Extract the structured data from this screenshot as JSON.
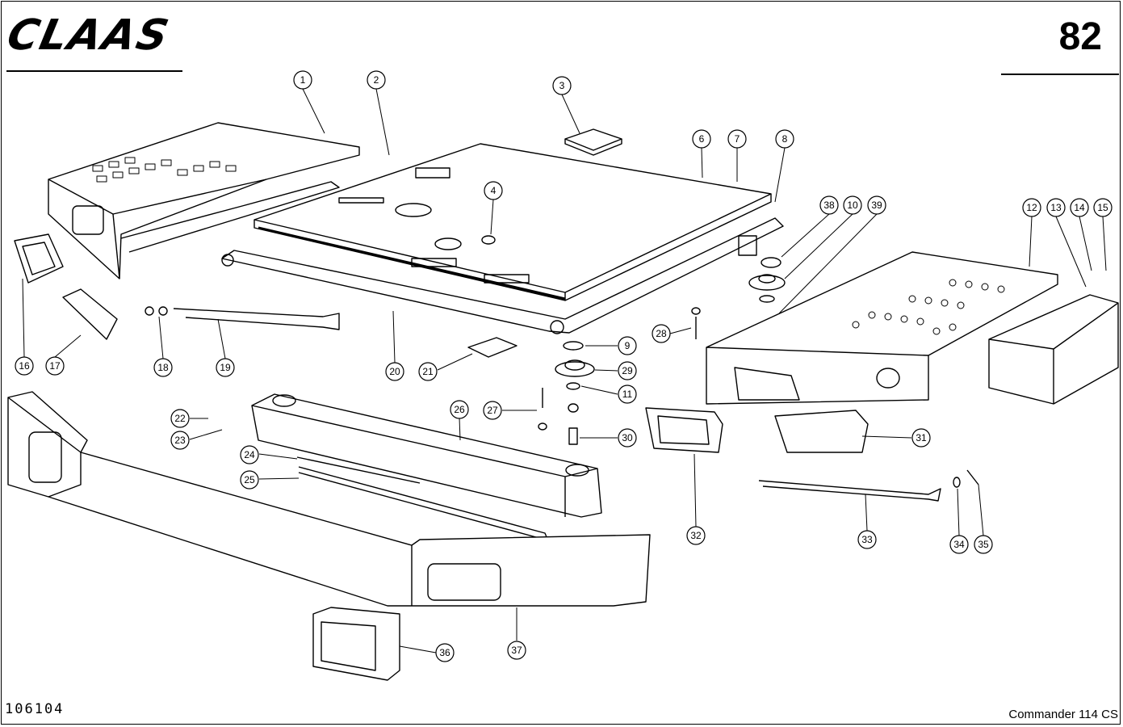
{
  "header": {
    "brand": "CLAAS",
    "page_number": "82"
  },
  "footer": {
    "document_number": "106104",
    "model": "Commander 114 CS"
  },
  "callouts": [
    "1",
    "2",
    "3",
    "4",
    "6",
    "7",
    "8",
    "38",
    "10",
    "39",
    "12",
    "13",
    "14",
    "15",
    "16",
    "17",
    "18",
    "19",
    "20",
    "21",
    "9",
    "29",
    "11",
    "28",
    "27",
    "30",
    "22",
    "23",
    "24",
    "25",
    "26",
    "31",
    "32",
    "33",
    "34",
    "35",
    "36",
    "37"
  ]
}
